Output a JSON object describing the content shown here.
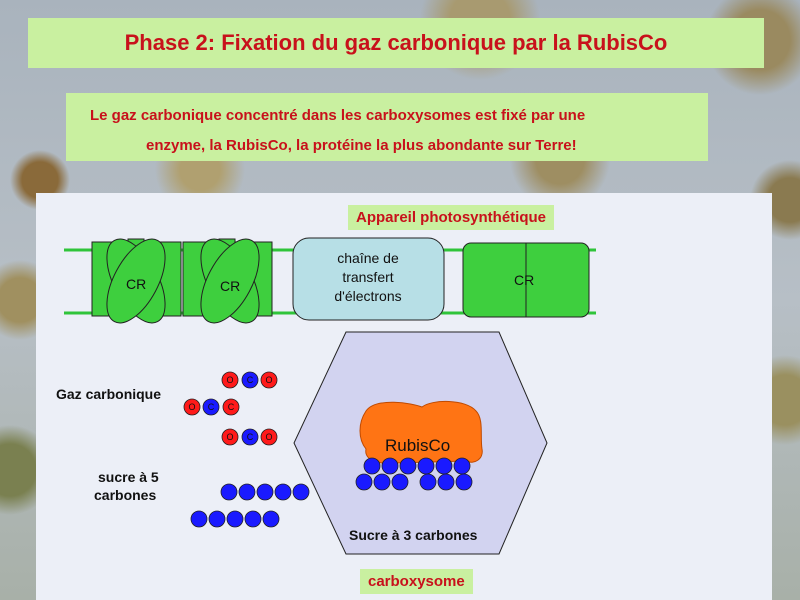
{
  "title": "Phase 2: Fixation du gaz carbonique par la RubisCo",
  "intro": {
    "line1": "Le gaz carbonique concentré dans  les carboxysomes est fixé par une",
    "line2": "enzyme, la RubisCo, la protéine la plus abondante sur Terre!"
  },
  "diagram": {
    "appareil_label": "Appareil photosynthétique",
    "cr_label": "CR",
    "chain_label": [
      "chaîne de",
      "transfert",
      "d'électrons"
    ],
    "gas_label": "Gaz carbonique",
    "sugar5_label": [
      "sucre à 5",
      "carbones"
    ],
    "sugar3_label": "Sucre à 3 carbones",
    "rubisco_label": "RubisCo",
    "carboxysome_label": "carboxysome",
    "atom_o": "O",
    "atom_c": "C"
  },
  "colors": {
    "title_red": "#c8111b",
    "label_green": "#c9f0a0",
    "membrane_green": "#2fc43a",
    "complex_green": "#3ecf3e",
    "chain_blue": "#b7dfe6",
    "carboxysome_fill": "#d2d3f0",
    "rubisco_orange": "#ff7414",
    "carbon_blue": "#1a1aff",
    "oxygen_red": "#ff1a1a"
  }
}
